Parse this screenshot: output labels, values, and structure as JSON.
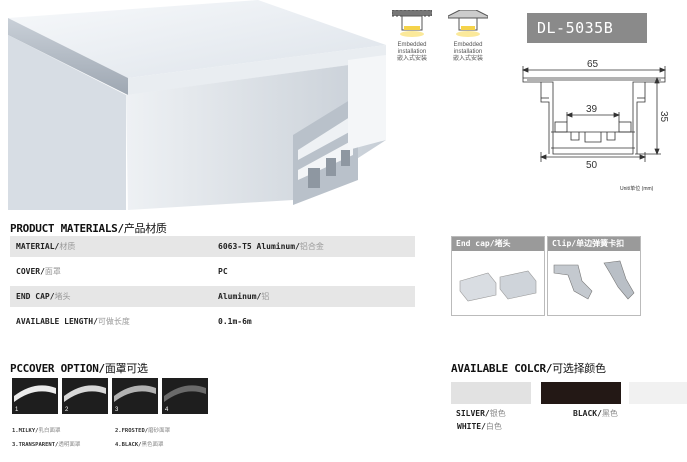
{
  "header": {
    "model": "DL-5035B",
    "install_embedded_a": [
      "Embedded",
      "installation",
      "嵌入式安装"
    ],
    "install_embedded_b": [
      "Embedded",
      "installation",
      "嵌入式安装"
    ],
    "unit_note": "Unit/单位 (mm)"
  },
  "drawing": {
    "dim_top": "65",
    "dim_height": "35",
    "dim_inner": "39",
    "dim_bottom": "50"
  },
  "materials": {
    "title": "PRODUCT MATERIALS/",
    "title_cn": "产品材质",
    "rows": [
      {
        "key": "MATERIAL/",
        "key_cn": "材质",
        "val": "6063-T5 Aluminum/",
        "val_cn": "铝合金"
      },
      {
        "key": "COVER/",
        "key_cn": "面罩",
        "val": "PC",
        "val_cn": ""
      },
      {
        "key": "END CAP/",
        "key_cn": "堵头",
        "val": "Aluminum/",
        "val_cn": "铝"
      },
      {
        "key": "AVAILABLE LENGTH/",
        "key_cn": "可做长度",
        "val": "0.1m-6m",
        "val_cn": ""
      }
    ]
  },
  "accessories": {
    "end_cap": "End cap/堵头",
    "clip": "Clip/单边弹簧卡扣"
  },
  "covers": {
    "title": "PCCOVER OPTION/",
    "title_cn": "面罩可选",
    "items": [
      {
        "num": "1",
        "color": "#e8e8e8"
      },
      {
        "num": "2",
        "color": "#d6d6d6"
      },
      {
        "num": "3",
        "color": "#cfcfcf"
      },
      {
        "num": "4",
        "color": "#6a6a6a"
      }
    ],
    "legend": [
      {
        "label": "1.MILKY/",
        "cn": "乳白面罩"
      },
      {
        "label": "2.FROSTED/",
        "cn": "磨砂面罩"
      },
      {
        "label": "3.TRANSPARENT/",
        "cn": "透明面罩"
      },
      {
        "label": "4.BLACK/",
        "cn": "黑色面罩"
      }
    ]
  },
  "colors": {
    "title": "AVAILABLE COLCR/",
    "title_cn": "可选择颜色",
    "silver": {
      "label": "SILVER/",
      "cn": "银色",
      "hex": "#e2e2e2"
    },
    "black": {
      "label": "BLACK/",
      "cn": "黑色",
      "hex": "#231815"
    },
    "white": {
      "label": "WHITE/",
      "cn": "白色",
      "hex": "#f1f1f1"
    }
  }
}
